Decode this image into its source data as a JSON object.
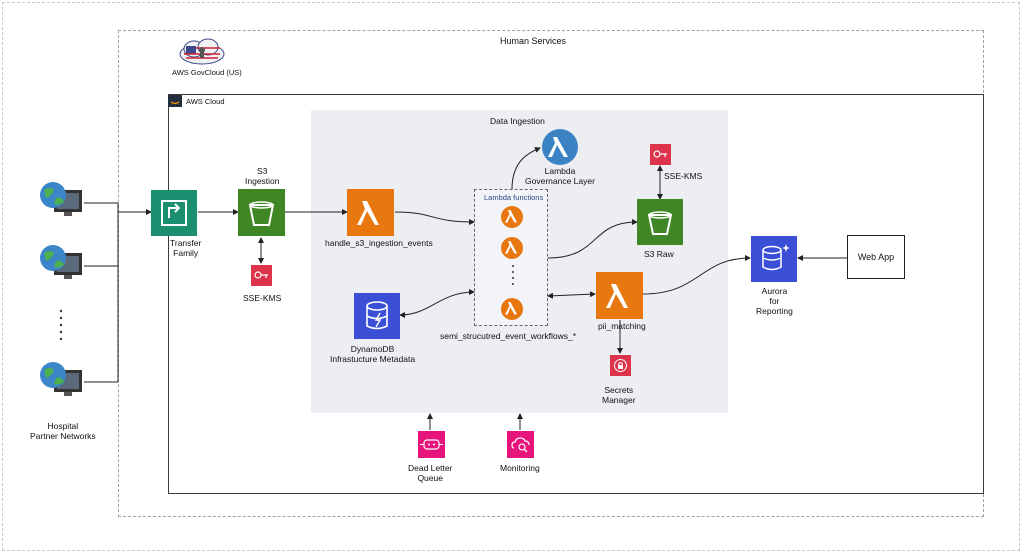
{
  "containers": {
    "human_services": "Human Services",
    "govcloud": "AWS GovCloud (US)",
    "aws_cloud": "AWS Cloud",
    "data_ingestion": "Data Ingestion",
    "lambda_functions": "Lambda functions"
  },
  "nodes": {
    "hospital": "Hospital\nPartner Networks",
    "transfer": "Transfer\nFamily",
    "s3_ingestion": "S3\nIngestion",
    "sse_kms_1": "SSE-KMS",
    "handle": "handle_s3_ingestion_events",
    "governance": "Lambda\nGovernance Layer",
    "semi": "semi_strucutred_event_workflows_*",
    "dynamo": "DynamoDB\nInfrastucture Metadata",
    "sse_kms_2": "SSE-KMS",
    "s3_raw": "S3 Raw",
    "pii": "pii_matching",
    "secrets": "Secrets\nManager",
    "aurora": "Aurora\nfor\nReporting",
    "webapp": "Web App",
    "dlq": "Dead Letter\nQueue",
    "monitoring": "Monitoring"
  },
  "colors": {
    "lambda": "#e8770f",
    "s3": "#3f8624",
    "transfer": "#1a8e6f",
    "kms": "#dd344c",
    "dynamo": "#3a4fd6",
    "pink": "#e7157b"
  }
}
